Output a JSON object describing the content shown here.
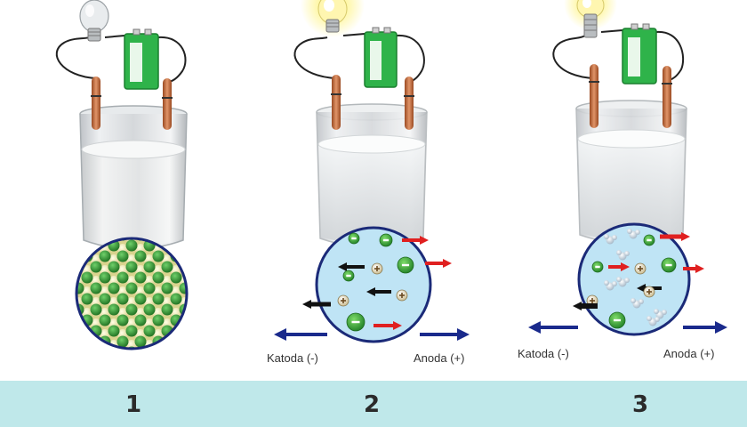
{
  "panels": [
    {
      "number": "1",
      "bulb_lit": false,
      "solution": "milky",
      "inset": "lattice"
    },
    {
      "number": "2",
      "bulb_lit": true,
      "solution": "clear",
      "inset": "ions",
      "cathode_label": "Katoda (-)",
      "anode_label": "Anoda (+)"
    },
    {
      "number": "3",
      "bulb_lit": true,
      "solution": "clear",
      "inset": "ions-with-water",
      "cathode_label": "Katoda (-)",
      "anode_label": "Anoda (+)"
    }
  ],
  "colors": {
    "band": "#bfe8ea",
    "battery": "#2fb34a",
    "anion": "#2e9d2e",
    "cation": "#e8dcc0",
    "inset_fill": "#bfe4f5",
    "inset_border": "#1b2a78",
    "arrow_to_cathode": "#111111",
    "arrow_to_anode": "#e02020",
    "electrode_arrow": "#1a2a8c",
    "electrode": "#c06a3a",
    "lattice_anion": "#2c8c2c",
    "lattice_cation": "#f2edb8"
  },
  "icons": [
    "light-bulb-icon",
    "battery-icon",
    "positive-ion-icon",
    "negative-ion-icon",
    "water-molecule-icon"
  ]
}
